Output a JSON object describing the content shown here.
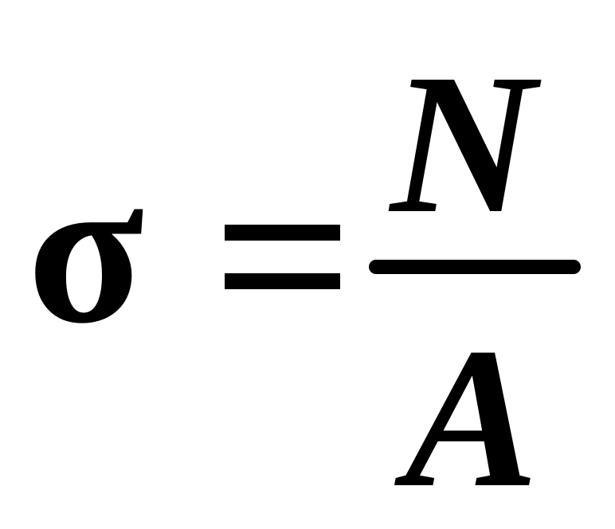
{
  "formula": {
    "lhs": "σ",
    "numerator": "N",
    "denominator": "A",
    "color": "#000000",
    "background": "#ffffff"
  }
}
